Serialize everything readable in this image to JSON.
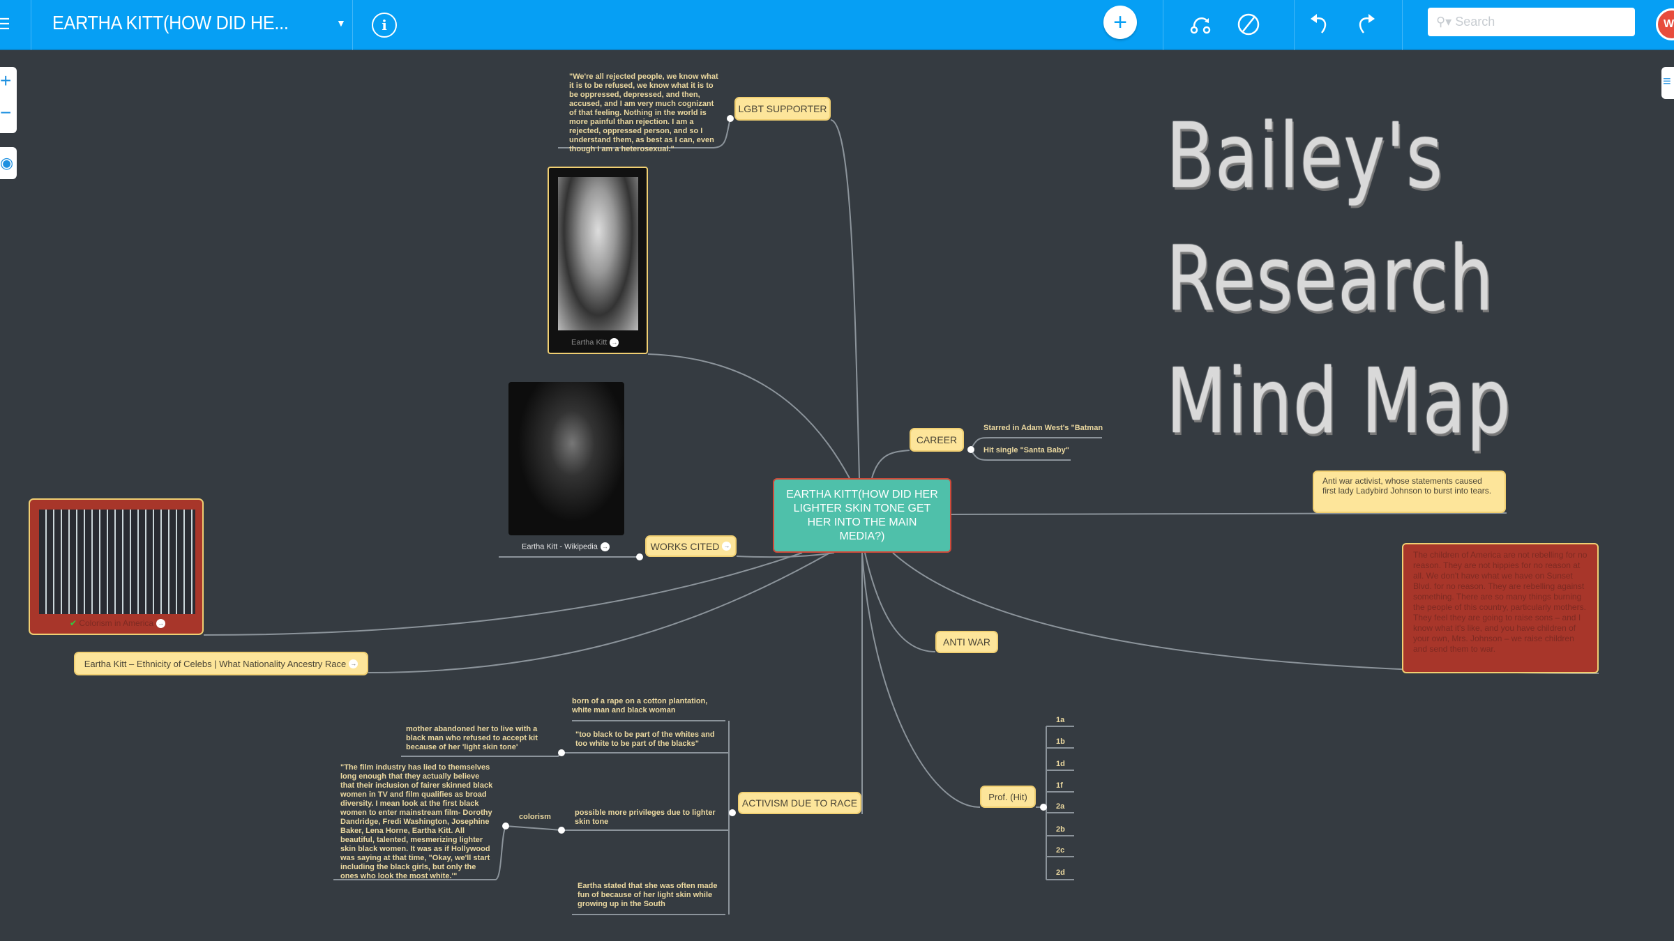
{
  "header": {
    "map_title": "EARTHA KITT(HOW DID HE...",
    "search_placeholder": "Search",
    "avatar_initial": "W",
    "brand_color": "#069ff4"
  },
  "canvas": {
    "big_title": [
      "Bailey's",
      "Research",
      "Mind Map"
    ],
    "central_topic": "EARTHA KITT(HOW DID HER LIGHTER SKIN TONE GET HER INTO THE MAIN MEDIA?)",
    "lgbt": {
      "label": "LGBT SUPPORTER",
      "quote": "\"We're all rejected people, we know what it is to be refused, we know what it is to be oppressed, depressed, and then, accused, and I am very much cognizant of that feeling. Nothing in the world is more painful than rejection. I am a rejected, oppressed person, and so I understand them, as best as I can, even though I am a heterosexual.\""
    },
    "photo1_caption": "Eartha Kitt",
    "photo2_caption": "Eartha Kitt - Wikipedia",
    "works_cited": "WORKS CITED",
    "career": {
      "label": "CAREER",
      "items": [
        "Starred in Adam West's \"Batman",
        "Hit single \"Santa Baby\""
      ]
    },
    "anti_war_note": "Anti war activist, whose statements caused first lady Ladybird Johnson to burst into tears.",
    "anti_war_quote": "The children of America are not rebelling for no reason. They are not hippies for no reason at all. We don't have what we have on Sunset Blvd. for no reason. They are rebelling against something. There are so many things burning the people of this country, particularly mothers. They feel they are going to raise sons – and I know what it's like, and you have children of your own, Mrs. Johnson – we raise children and send them to war.",
    "colorism_image_caption": "Colorism in America",
    "ethnicity_link": "Eartha Kitt – Ethnicity of Celebs | What Nationality Ancestry Race",
    "anti_war": "ANTI WAR",
    "activism": {
      "label": "ACTIVISM DUE TO RACE",
      "born": "born of a rape on a cotton plantation, white man and black woman",
      "too_black": "\"too black to be part of the whites and too white to be part of the blacks\"",
      "mother": "mother abandoned her to live with a black man who refused to accept kit because of her 'light skin tone'",
      "privileges": "possible more privileges due to lighter skin tone",
      "colorism": "colorism",
      "film_quote": "\"The film industry has lied to themselves long enough that they actually believe that their inclusion of fairer skinned black women in TV and film qualifies as broad diversity. I mean look at the first black women to enter mainstream film- Dorothy Dandridge, Fredi Washington, Josephine Baker, Lena Horne, Eartha Kitt. All beautiful, talented, mesmerizing lighter skin black women. It was as if Hollywood was saying at that time, \"Okay, we'll start including the black girls, but only the ones who look the most white.'\"",
      "south": "Eartha stated that she was often made fun of because of her light skin while growing up in the South"
    },
    "prof": {
      "label": "Prof. (Hit)",
      "items": [
        "1a",
        "1b",
        "1d",
        "1f",
        "2a",
        "2b",
        "2c",
        "2d"
      ]
    }
  }
}
